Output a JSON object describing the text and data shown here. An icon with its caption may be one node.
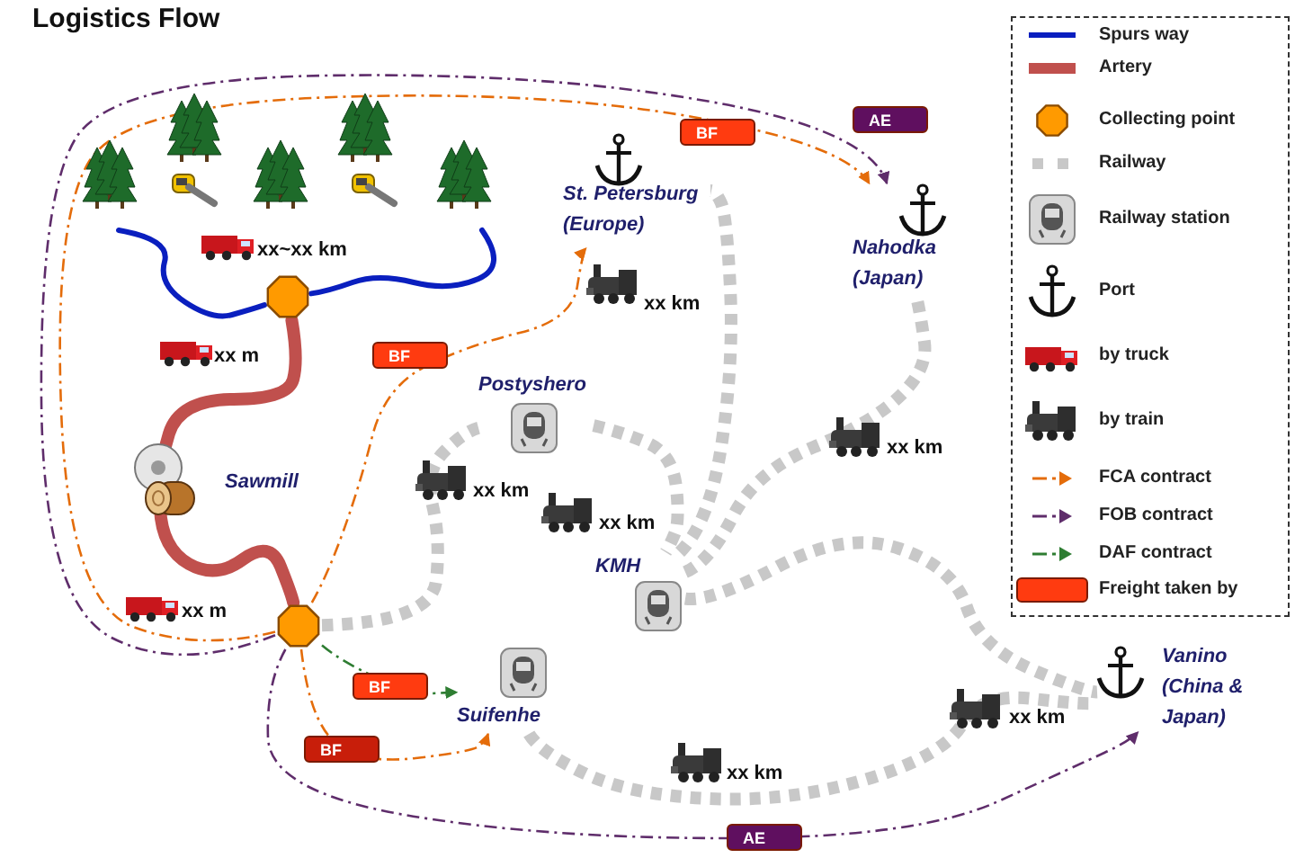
{
  "diagram": {
    "title": "Logistics Flow",
    "nodes": [
      {
        "text": [],
        "shape": "octagon"
      },
      {
        "text": [],
        "shape": "octagon"
      },
      {
        "text": [
          "Postyshero"
        ]
      },
      {
        "text": [
          "KMH"
        ]
      },
      {
        "text": [
          "Suifenhe"
        ]
      },
      {
        "text": [
          "St. Petersburg (Europe)"
        ]
      },
      {
        "text": [
          "Nahodka (Japan)"
        ]
      },
      {
        "text": [
          "Vanino (China & Japan)"
        ]
      }
    ],
    "edges": [
      {
        "from": 1,
        "to": 6,
        "arrow": "to",
        "label": "BF",
        "style": "dashed",
        "color": "#e46c0a"
      },
      {
        "from": 1,
        "to": 6,
        "arrow": "to",
        "label": "AE",
        "style": "dashed",
        "color": "#5f2d6b"
      },
      {
        "from": 1,
        "to": 5,
        "arrow": "to",
        "label": "BF",
        "style": "dashed",
        "color": "#e46c0a"
      },
      {
        "from": 1,
        "to": 4,
        "arrow": "to",
        "label": "BF",
        "style": "dashed",
        "color": "#2e7d32"
      },
      {
        "from": 1,
        "to": 4,
        "arrow": "to",
        "label": "BF",
        "style": "dashed",
        "color": "#e46c0a"
      },
      {
        "from": 1,
        "to": 7,
        "arrow": "to",
        "label": "AE",
        "style": "dashed",
        "color": "#5f2d6b"
      },
      {
        "from": 0,
        "to": 1,
        "arrow": "none",
        "style": "thick",
        "color": "#c0504d"
      },
      {
        "from": null,
        "to": 0,
        "arrow": "none",
        "color": "#0a1fbf"
      },
      {
        "from": null,
        "to": 0,
        "arrow": "none",
        "color": "#0a1fbf"
      },
      {
        "from": 1,
        "to": 2,
        "arrow": "none",
        "style": "dashed",
        "color": "#c8c8c8"
      },
      {
        "from": 2,
        "to": 3,
        "arrow": "none",
        "style": "dashed",
        "color": "#c8c8c8"
      },
      {
        "from": 3,
        "to": 5,
        "arrow": "none",
        "style": "dashed",
        "color": "#c8c8c8"
      },
      {
        "from": 3,
        "to": 6,
        "arrow": "none",
        "style": "dashed",
        "color": "#c8c8c8"
      },
      {
        "from": 3,
        "to": 7,
        "arrow": "none",
        "style": "dashed",
        "color": "#c8c8c8"
      },
      {
        "from": 4,
        "to": 7,
        "arrow": "none",
        "style": "dashed",
        "color": "#c8c8c8"
      }
    ],
    "labels": [
      "xx~xx km",
      "xx km",
      "xx m",
      "Sawmill",
      "xx km",
      "xx km",
      "xx km",
      "xx m",
      "xx km",
      "xx km"
    ],
    "legend": [
      {
        "text": "Spurs way"
      },
      {
        "text": "Artery"
      },
      {
        "text": "Collecting point"
      },
      {
        "text": "Railway"
      },
      {
        "text": "Railway station"
      },
      {
        "text": "Port"
      },
      {
        "text": "by truck"
      },
      {
        "text": "by train"
      },
      {
        "text": "FCA contract"
      },
      {
        "text": "FOB contract"
      },
      {
        "text": "DAF contract"
      },
      {
        "text": "Freight taken by"
      }
    ]
  }
}
